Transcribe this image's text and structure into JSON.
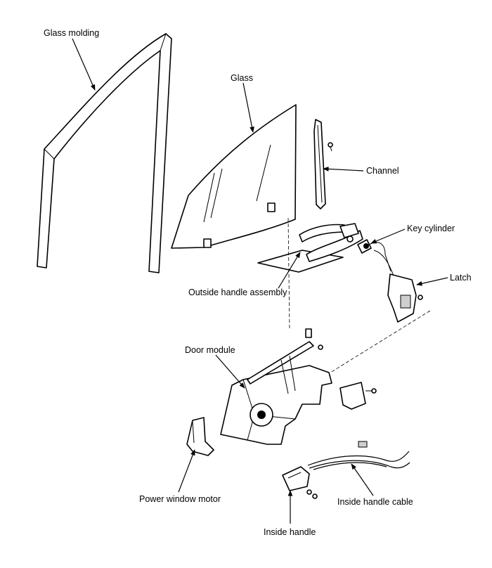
{
  "labels": {
    "glass_molding": "Glass molding",
    "glass": "Glass",
    "channel": "Channel",
    "key_cylinder": "Key cylinder",
    "latch": "Latch",
    "outside_handle_assembly": "Outside handle assembly",
    "door_module": "Door module",
    "power_window_motor": "Power window motor",
    "inside_handle_cable": "Inside handle cable",
    "inside_handle": "Inside handle"
  }
}
